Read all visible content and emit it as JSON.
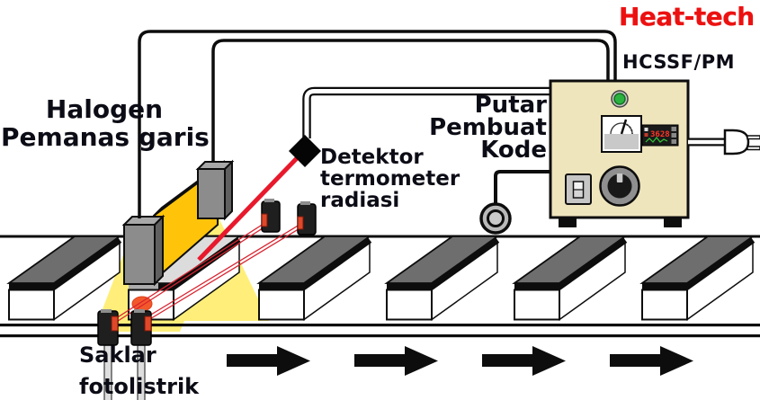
{
  "brand": {
    "logo_text": "Heat-tech",
    "model_text": "HCSSF/PM"
  },
  "labels": {
    "heater_line1": "Halogen",
    "heater_line2": "Pemanas garis",
    "detector_line1": "Detektor",
    "detector_line2": "termometer",
    "detector_line3": "radiasi",
    "encoder_line1": "Putar",
    "encoder_line2": "Pembuat",
    "encoder_line3": "Kode",
    "photoswitch_line1": "Saklar",
    "photoswitch_line2": "fotolistrik"
  },
  "controller": {
    "display_value": "3628"
  },
  "colors": {
    "logo_red": "#EC1111",
    "heater_orange": "#FFC40A",
    "glow_yellow": "#FFEF7A",
    "laser_red": "#E8192C",
    "beam_red": "#D8232F",
    "panel_beige": "#EFE5BC",
    "led_green": "#2AB23F",
    "display_red": "#FF3326",
    "display_green": "#35C53A",
    "hot_spot_orange": "#F3582B"
  }
}
